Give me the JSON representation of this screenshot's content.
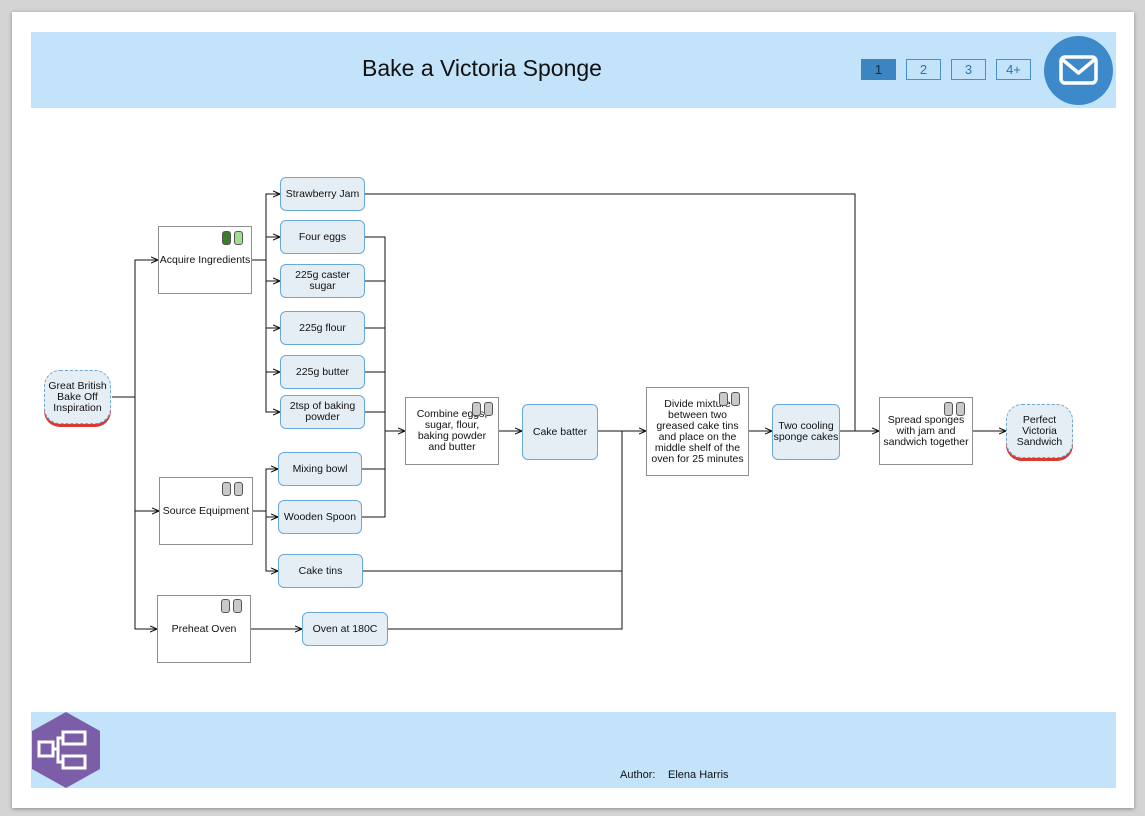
{
  "header": {
    "title": "Bake a Victoria Sponge",
    "pages": [
      "1",
      "2",
      "3",
      "4+"
    ],
    "active_page": "1"
  },
  "footer": {
    "author_label": "Author:",
    "author_name": "Elena Harris"
  },
  "colors": {
    "band": "#c3e3fb",
    "accent": "#3d89c9",
    "logo": "#7b5ea7",
    "pill_done": "#3b7d2c",
    "pill_partial": "#9fe08f",
    "pill_none": "#c9c9c9"
  },
  "icons": {
    "mail": "envelope-icon",
    "logo": "flowchart-logo-icon"
  },
  "diagram": {
    "start": "Great British Bake Off Inspiration",
    "acquire": "Acquire Ingredients",
    "source": "Source Equipment",
    "preheat": "Preheat Oven",
    "jam": "Strawberry Jam",
    "eggs": "Four eggs",
    "sugar": "225g caster sugar",
    "flour": "225g flour",
    "butter": "225g butter",
    "baking_powder": "2tsp of baking powder",
    "bowl": "Mixing bowl",
    "spoon": "Wooden Spoon",
    "tins": "Cake tins",
    "oven": "Oven at 180C",
    "combine": "Combine eggs, sugar, flour, baking powder and butter",
    "batter": "Cake batter",
    "divide": "Divide mixture between two greased cake tins and place on the middle shelf of the oven for 25 minutes",
    "cooling": "Two cooling sponge cakes",
    "spread": "Spread sponges with jam and sandwich together",
    "end": "Perfect Victoria Sandwich",
    "status": {
      "acquire": [
        "done",
        "partial"
      ],
      "source": [
        "none",
        "none"
      ],
      "preheat": [
        "none",
        "none"
      ],
      "combine": [
        "none",
        "none"
      ],
      "divide": [
        "none",
        "none"
      ],
      "spread": [
        "none",
        "none"
      ]
    }
  }
}
